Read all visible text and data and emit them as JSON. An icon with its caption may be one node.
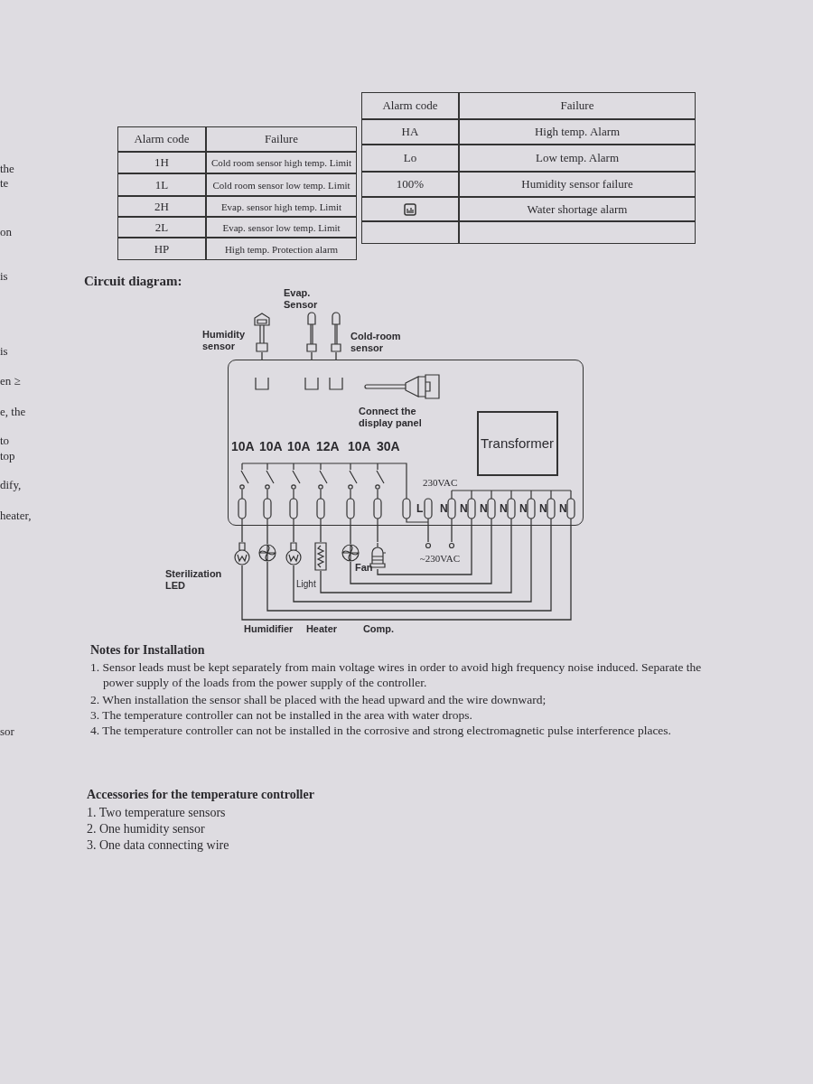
{
  "diagram": {
    "nodes": [
      {
        "text": [],
        "shape": "box"
      },
      {
        "text": [],
        "shape": "picture",
        "beside": [
          "Humidity sensor"
        ]
      },
      {
        "text": [],
        "shape": "picture",
        "beside": [
          "Evap. Sensor"
        ]
      },
      {
        "text": [],
        "shape": "picture",
        "beside": [
          "Cold-room sensor"
        ]
      },
      {
        "text": [],
        "shape": "picture",
        "in": 0,
        "beside": [
          "Connect the display panel"
        ]
      },
      {
        "text": [
          "Transformer"
        ],
        "in": 0
      },
      {
        "text": [],
        "shape": "picture",
        "beside": [
          "Sterilization LED"
        ]
      },
      {
        "text": [],
        "shape": "picture"
      },
      {
        "text": [],
        "shape": "picture",
        "beside": [
          "Light"
        ]
      },
      {
        "text": [],
        "shape": "picture"
      },
      {
        "text": [],
        "shape": "picture",
        "beside": [
          "Fan"
        ]
      },
      {
        "text": [],
        "shape": "picture"
      },
      {
        "text": [
          "~230VAC"
        ]
      }
    ],
    "edges": [
      {
        "from": 1,
        "to": 0,
        "arrow": "none"
      },
      {
        "from": 2,
        "to": 0,
        "arrow": "none"
      },
      {
        "from": 3,
        "to": 0,
        "arrow": "none"
      },
      {
        "from": 0,
        "to": 6,
        "arrow": "none"
      },
      {
        "from": 6,
        "to": 0,
        "arrow": "none"
      },
      {
        "from": 0,
        "to": 7,
        "arrow": "none"
      },
      {
        "from": 7,
        "to": 0,
        "arrow": "none"
      },
      {
        "from": 0,
        "to": 8,
        "arrow": "none"
      },
      {
        "from": 8,
        "to": 0,
        "arrow": "none"
      },
      {
        "from": 0,
        "to": 9,
        "arrow": "none"
      },
      {
        "from": 9,
        "to": 0,
        "arrow": "none"
      },
      {
        "from": 0,
        "to": 10,
        "arrow": "none"
      },
      {
        "from": 10,
        "to": 0,
        "arrow": "none"
      },
      {
        "from": 0,
        "to": 11,
        "arrow": "none"
      },
      {
        "from": 11,
        "to": 0,
        "arrow": "none"
      },
      {
        "from": 0,
        "to": 12,
        "arrow": "none"
      },
      {
        "from": 0,
        "to": 12,
        "arrow": "none"
      }
    ],
    "labels": [
      "Alarm code",
      "Failure",
      "1H",
      "Cold room sensor high temp. Limit",
      "1L",
      "Cold room sensor low temp. Limit",
      "2H",
      "Evap. sensor high temp. Limit",
      "2L",
      "Evap. sensor low temp. Limit",
      "HP",
      "High temp. Protection alarm",
      "Alarm code",
      "Failure",
      "HA",
      "High temp. Alarm",
      "Lo",
      "Low temp. Alarm",
      "100%",
      "Humidity sensor failure",
      "Water shortage alarm",
      "Circuit diagram:",
      "10A",
      "10A",
      "10A",
      "12A",
      "10A",
      "30A",
      "230VAC",
      "L",
      "N",
      "N",
      "N",
      "N",
      "N",
      "N",
      "N",
      "Notes for Installation",
      "1. Sensor leads must be kept separately from main voltage wires in order to avoid high frequency noise induced. Separate the power supply of the loads from the power supply of the controller.",
      "2. When installation the sensor shall be placed with the head upward and the wire downward;",
      "3. The temperature controller can not be installed in the area with water drops.",
      "4. The temperature controller can not be installed in the corrosive and strong electromagnetic pulse interference places.",
      "Accessories for the temperature controller",
      "1. Two temperature sensors",
      "2. One humidity sensor",
      "3. One data connecting wire",
      "the",
      "te",
      "on",
      "is",
      "is",
      "en ≥",
      "e, the",
      "to",
      "top",
      "dify,",
      "heater,",
      "sor",
      "Humidifier",
      "Heater",
      "Comp."
    ]
  }
}
